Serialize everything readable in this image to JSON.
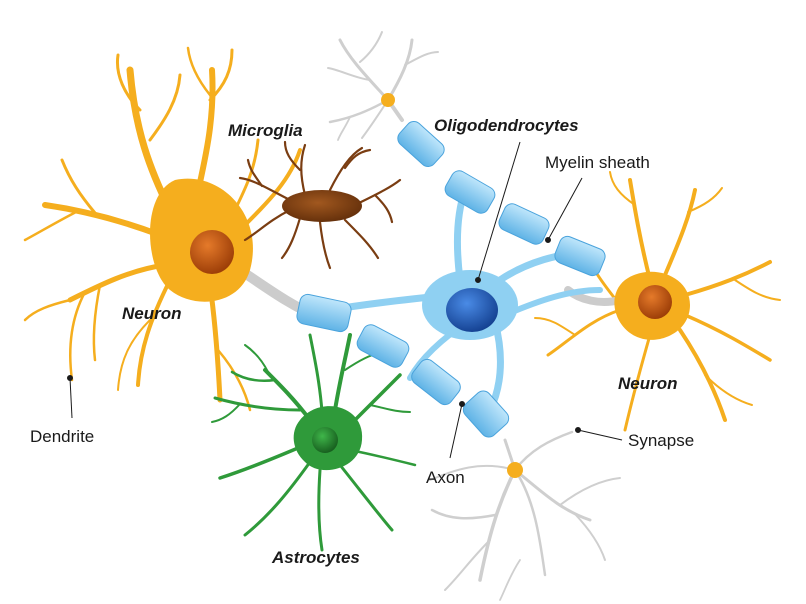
{
  "labels": {
    "microglia": "Microglia",
    "oligodendrocytes": "Oligodendrocytes",
    "myelin_sheath": "Myelin sheath",
    "neuron_left": "Neuron",
    "neuron_right": "Neuron",
    "dendrite": "Dendrite",
    "axon": "Axon",
    "synapse": "Synapse",
    "astrocytes": "Astrocytes"
  },
  "colors": {
    "neuron": "#f5ae1e",
    "neuron_dark": "#d88a0a",
    "nucleus": "#c0550f",
    "microglia": "#7a3d12",
    "astrocyte": "#2f9a3a",
    "astrocyte_dark": "#1e6b27",
    "oligodendrocyte": "#8fd0f2",
    "oligo_nucleus": "#1f55b0",
    "myelin": "#7cc3ec",
    "gray_cell": "#c9c9c9"
  }
}
